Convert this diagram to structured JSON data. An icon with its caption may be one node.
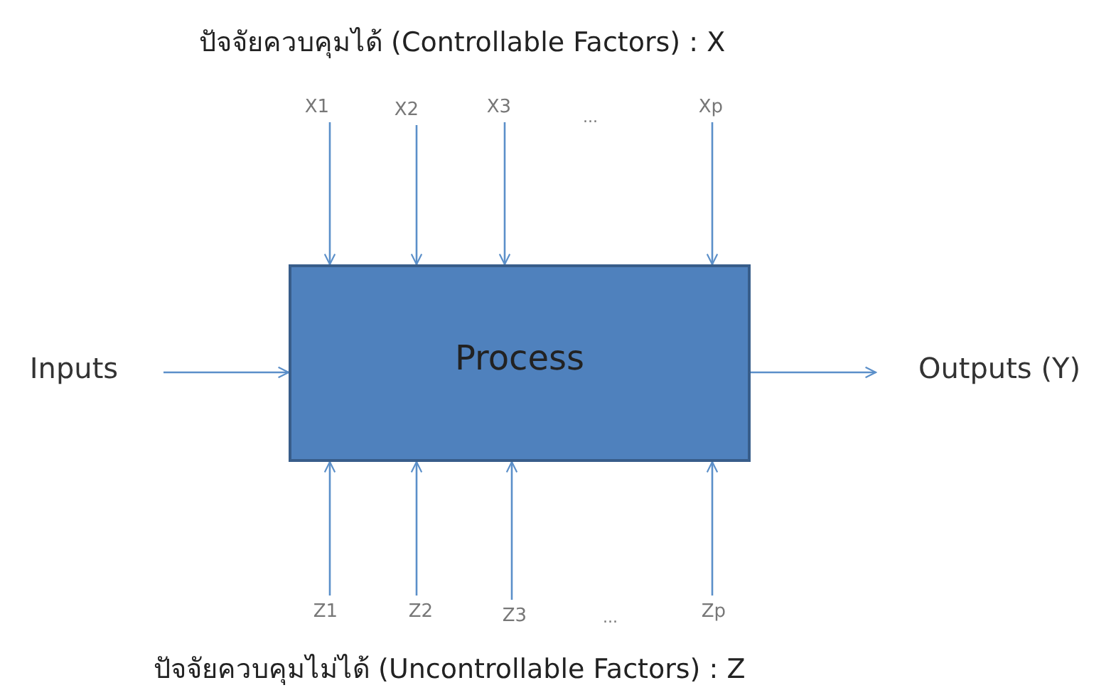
{
  "diagram": {
    "title": "ปัจจัยควบคุมได้ (Controllable Factors) : X",
    "caption": "ปัจจัยควบคุมไม่ได้  (Uncontrollable Factors) : Z",
    "nodes": [
      {
        "text": [
          "X1"
        ]
      },
      {
        "text": [
          "X2"
        ]
      },
      {
        "text": [
          "X3"
        ]
      },
      {
        "text": [
          "Xp"
        ]
      },
      {
        "text": [
          "Inputs"
        ]
      },
      {
        "text": [
          "Process"
        ]
      },
      {
        "text": [
          "Outputs (Y)"
        ]
      },
      {
        "text": [
          "Z1"
        ]
      },
      {
        "text": [
          "Z2"
        ]
      },
      {
        "text": [
          "Z3"
        ]
      },
      {
        "text": [
          "Zp"
        ]
      }
    ],
    "edges": [
      {
        "from": 0,
        "to": 5,
        "arrow": "to"
      },
      {
        "from": 1,
        "to": 5,
        "arrow": "to"
      },
      {
        "from": 2,
        "to": 5,
        "arrow": "to"
      },
      {
        "from": 3,
        "to": 5,
        "arrow": "to"
      },
      {
        "from": 4,
        "to": 5,
        "arrow": "to"
      },
      {
        "from": 5,
        "to": 6,
        "arrow": "to"
      },
      {
        "from": 7,
        "to": 5,
        "arrow": "to"
      },
      {
        "from": 8,
        "to": 5,
        "arrow": "to"
      },
      {
        "from": 9,
        "to": 5,
        "arrow": "to"
      },
      {
        "from": 10,
        "to": 5,
        "arrow": "to"
      }
    ],
    "labels": [
      "...",
      "..."
    ]
  }
}
